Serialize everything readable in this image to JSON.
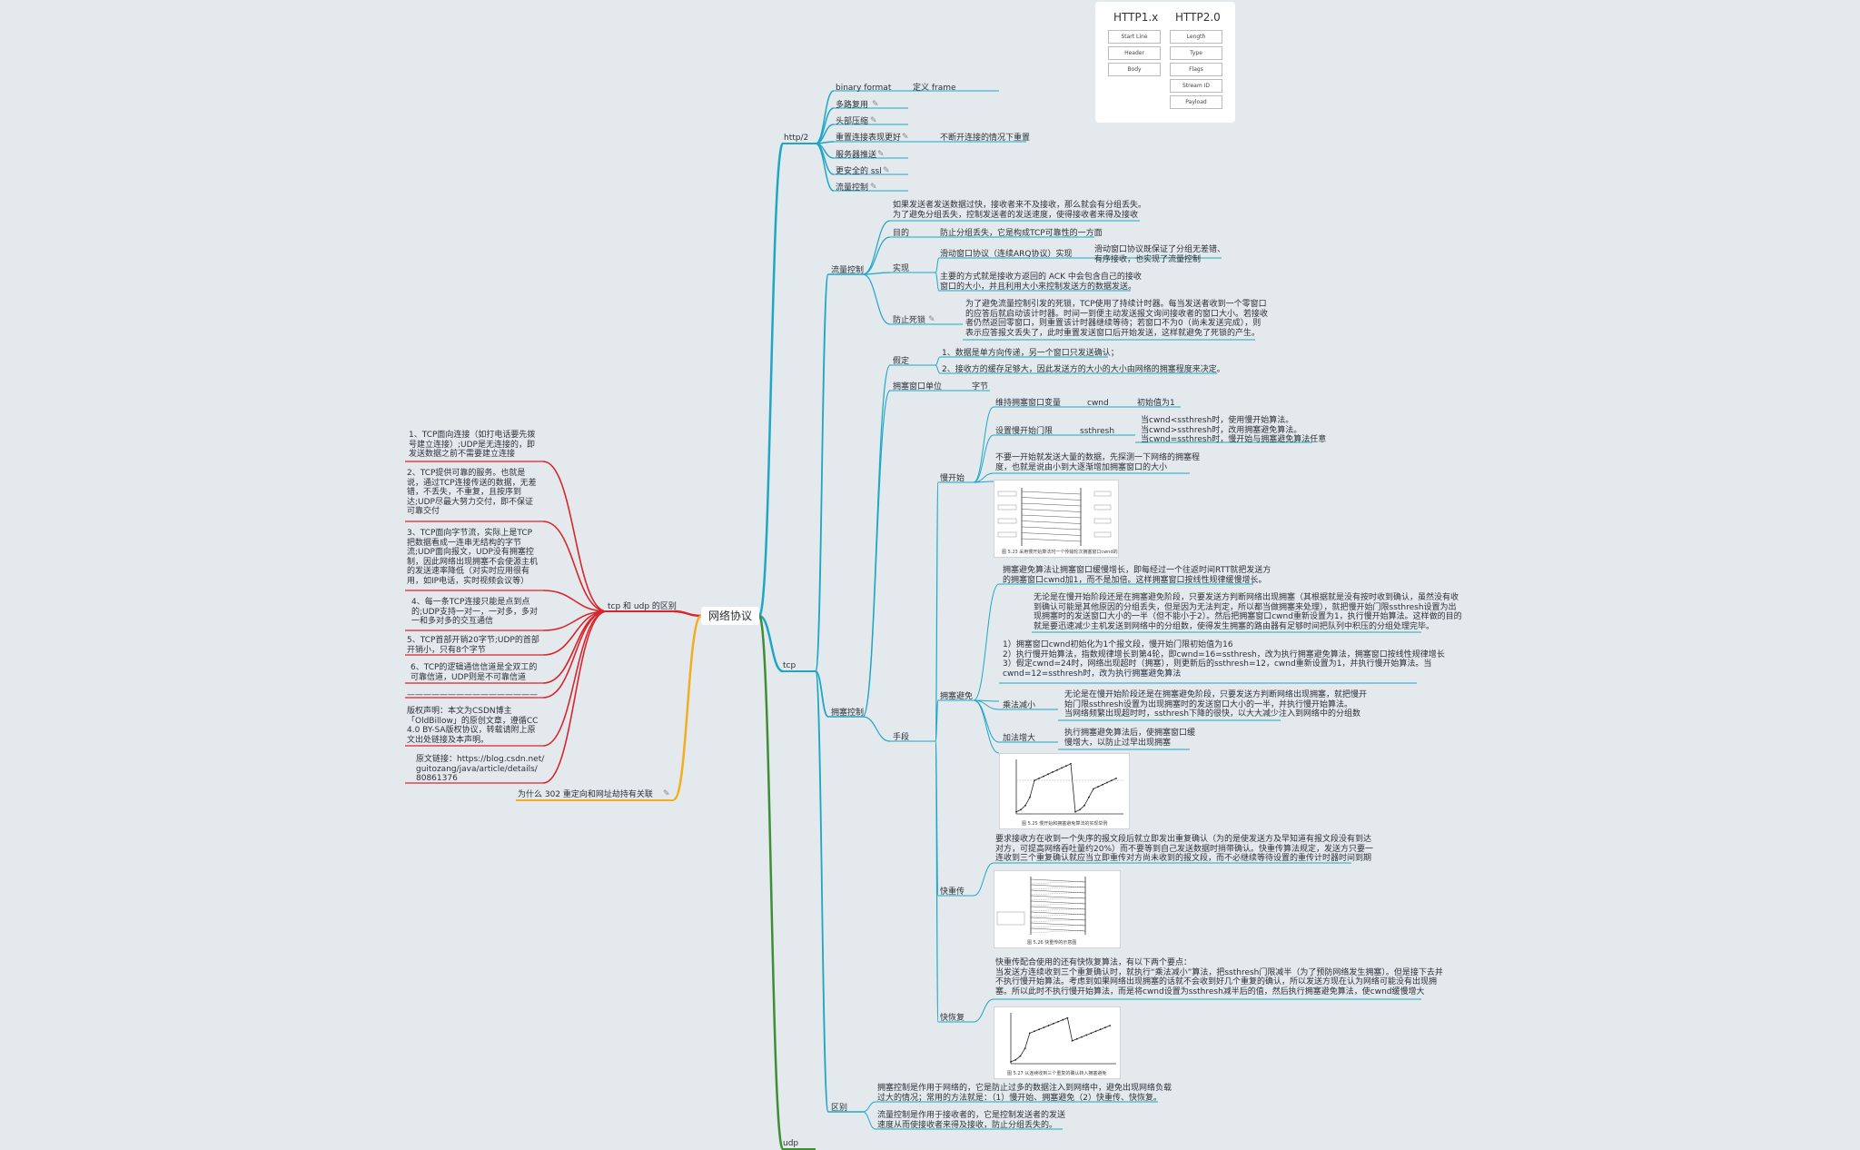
{
  "root": "网络协议",
  "http_box": {
    "col1_title": "HTTP1.x",
    "col2_title": "HTTP2.0",
    "col1": [
      "Start Line",
      "Header",
      "Body"
    ],
    "col2": [
      "Length",
      "Type",
      "Flags",
      "Stream ID",
      "Payload"
    ]
  },
  "http2": {
    "label": "http/2",
    "items": [
      "binary format",
      "多路复用",
      "头部压缩",
      "重置连接表现更好",
      "服务器推送",
      "更安全的 ssl",
      "流量控制"
    ],
    "binary_note": "定义 frame",
    "reset_note": "不断开连接的情况下重置"
  },
  "tcp": {
    "label": "tcp",
    "flow_control": {
      "label": "流量控制",
      "desc": "如果发送者发送数据过快，接收者来不及接收，那么就会有分组丢失。\n为了避免分组丢失，控制发送者的发送速度，使得接收者来得及接收",
      "purpose_label": "目的",
      "purpose": "防止分组丢失，它是构成TCP可靠性的一方面",
      "impl_label": "实现",
      "impl_sliding": "滑动窗口协议（连续ARQ协议）实现",
      "impl_sliding_note": "滑动窗口协议既保证了分组无差错、\n有序接收，也实现了流量控制",
      "impl_main": "主要的方式就是接收方返回的 ACK 中会包含自己的接收\n窗口的大小，并且利用大小来控制发送方的数据发送。",
      "deadlock_label": "防止死锁",
      "deadlock": "为了避免流量控制引发的死锁，TCP使用了持续计时器。每当发送者收到一个零窗口\n的应答后就启动该计时器。时间一到便主动发送报文询问接收者的窗口大小。若接收\n者仍然返回零窗口，则重置该计时器继续等待；若窗口不为0（尚未发送完成），则\n表示应答报文丢失了，此时重置发送窗口后开始发送，这样就避免了死锁的产生。"
    },
    "congestion": {
      "label": "拥塞控制",
      "assume_label": "假定",
      "assume_1": "1、数据是单方向传递，另一个窗口只发送确认；",
      "assume_2": "2、接收方的缓存足够大，因此发送方的大小的大小由网络的拥塞程度来决定。",
      "cwnd_unit_label": "拥塞窗口单位",
      "cwnd_unit": "字节",
      "means_label": "手段",
      "slow_start": {
        "label": "慢开始",
        "maintain": "维持拥塞窗口变量",
        "cwnd": "cwnd",
        "cwnd_init": "初始值为1",
        "threshold_label": "设置慢开始门限",
        "ssthresh": "ssthresh",
        "rules": "当cwnd<ssthresh时，使用慢开始算法。\n当cwnd>ssthresh时，改用拥塞避免算法。\n当cwnd=ssthresh时，慢开始与拥塞避免算法任意",
        "desc": "不要一开始就发送大量的数据，先探测一下网络的拥塞程\n度，也就是说由小到大逐渐增加拥塞窗口的大小",
        "fig_caption": "图 5.23  采用慢开始算法时一个传输轮次拥塞窗口cwnd的增长"
      },
      "avoidance": {
        "label": "拥塞避免",
        "desc": "拥塞避免算法让拥塞窗口缓慢增长，即每经过一个往返时间RTT就把发送方\n的拥塞窗口cwnd加1，而不是加倍。这样拥塞窗口按线性规律缓慢增长。",
        "text1": "无论是在慢开始阶段还是在拥塞避免阶段，只要发送方判断网络出现拥塞（其根据就是没有按时收到确认，虽然没有收\n到确认可能是其他原因的分组丢失，但是因为无法判定，所以都当做拥塞来处理），就把慢开始门限ssthresh设置为出\n现拥塞时的发送窗口大小的一半（但不能小于2）。然后把拥塞窗口cwnd重新设置为1，执行慢开始算法。这样做的目的\n就是要迅速减少主机发送到网络中的分组数，使得发生拥塞的路由器有足够时间把队列中积压的分组处理完毕。",
        "text2": "1）拥塞窗口cwnd初始化为1个报文段，慢开始门限初始值为16\n2）执行慢开始算法，指数规律增长到第4轮，即cwnd=16=ssthresh，改为执行拥塞避免算法，拥塞窗口按线性规律增长\n3）假定cwnd=24时，网络出现超时（拥塞），则更新后的ssthresh=12，cwnd重新设置为1，并执行慢开始算法。当\ncwnd=12=ssthresh时，改为执行拥塞避免算法",
        "mult_label": "乘法减小",
        "mult": "无论是在慢开始阶段还是在拥塞避免阶段，只要发送方判断网络出现拥塞，就把慢开\n始门限ssthresh设置为出现拥塞时的发送窗口大小的一半，并执行慢开始算法。\n当网络频繁出现超时时，ssthresh下降的很快，以大大减少注入到网络中的分组数",
        "add_label": "加法增大",
        "add": "执行拥塞避免算法后，使拥塞窗口缓\n慢增大，以防止过早出现拥塞",
        "fig_caption": "图 5.25  慢开始和拥塞避免算法的实现举例"
      },
      "fast_retransmit": {
        "label": "快重传",
        "desc": "要求接收方在收到一个失序的报文段后就立即发出重复确认（为的是使发送方及早知道有报文段没有到达\n对方，可提高网络吞吐量约20%）而不要等到自己发送数据时捎带确认。快重传算法规定，发送方只要一\n连收到三个重复确认就应当立即重传对方尚未收到的报文段，而不必继续等待设置的重传计时器时间到期",
        "fig_caption": "图 5.26  快重传的示意图"
      },
      "fast_recovery": {
        "label": "快恢复",
        "desc": "快重传配合使用的还有快恢复算法，有以下两个要点：\n当发送方连续收到三个重复确认时，就执行“乘法减小”算法，把ssthresh门限减半（为了预防网络发生拥塞）。但是接下去并\n不执行慢开始算法。考虑到如果网络出现拥塞的话就不会收到好几个重复的确认，所以发送方现在认为网络可能没有出现拥\n塞。所以此时不执行慢开始算法，而是将cwnd设置为ssthresh减半后的值，然后执行拥塞避免算法，使cwnd缓慢增大",
        "fig_caption": "图 5.27  从连续收到三个重复的确认转入拥塞避免"
      }
    },
    "difference": {
      "label": "区别",
      "congestion": "拥塞控制是作用于网络的，它是防止过多的数据注入到网络中，避免出现网络负载\n过大的情况；常用的方法就是：（1）慢开始、拥塞避免（2）快重传、快恢复。",
      "flow": "流量控制是作用于接收者的，它是控制发送者的发送\n速度从而使接收者来得及接收，防止分组丢失的。"
    }
  },
  "udp": {
    "label": "udp"
  },
  "tcp_udp": {
    "label": "tcp 和 udp 的区别",
    "items": [
      "1、TCP面向连接（如打电话要先拨\n号建立连接）;UDP是无连接的，即\n发送数据之前不需要建立连接",
      "2、TCP提供可靠的服务。也就是\n说，通过TCP连接传送的数据，无差\n错，不丢失，不重复，且按序到\n达;UDP尽最大努力交付，即不保证\n可靠交付",
      "3、TCP面向字节流，实际上是TCP\n把数据看成一连串无结构的字节\n流;UDP面向报文，UDP没有拥塞控\n制，因此网络出现拥塞不会使源主机\n的发送速率降低（对实时应用很有\n用，如IP电话，实时视频会议等）",
      "4、每一条TCP连接只能是点到点\n的;UDP支持一对一，一对多，多对\n一和多对多的交互通信",
      "5、TCP首部开销20字节;UDP的首部\n开销小，只有8个字节",
      "6、TCP的逻辑通信信道是全双工的\n可靠信道，UDP则是不可靠信道",
      "————————————————",
      "版权声明：本文为CSDN博主\n「OldBillow」的原创文章，遵循CC\n4.0 BY-SA版权协议，转载请附上原\n文出处链接及本声明。",
      "原文链接：https://blog.csdn.net/\nguitozang/java/article/details/\n80861376"
    ]
  },
  "redirect": {
    "label": "为什么 302 重定向和网址劫持有关联"
  },
  "colors": {
    "http": "#1ea6c4",
    "tcp": "#1ea6c4",
    "udp": "#3c8f34",
    "diff": "#d6262b",
    "redirect": "#f2ae1c"
  }
}
